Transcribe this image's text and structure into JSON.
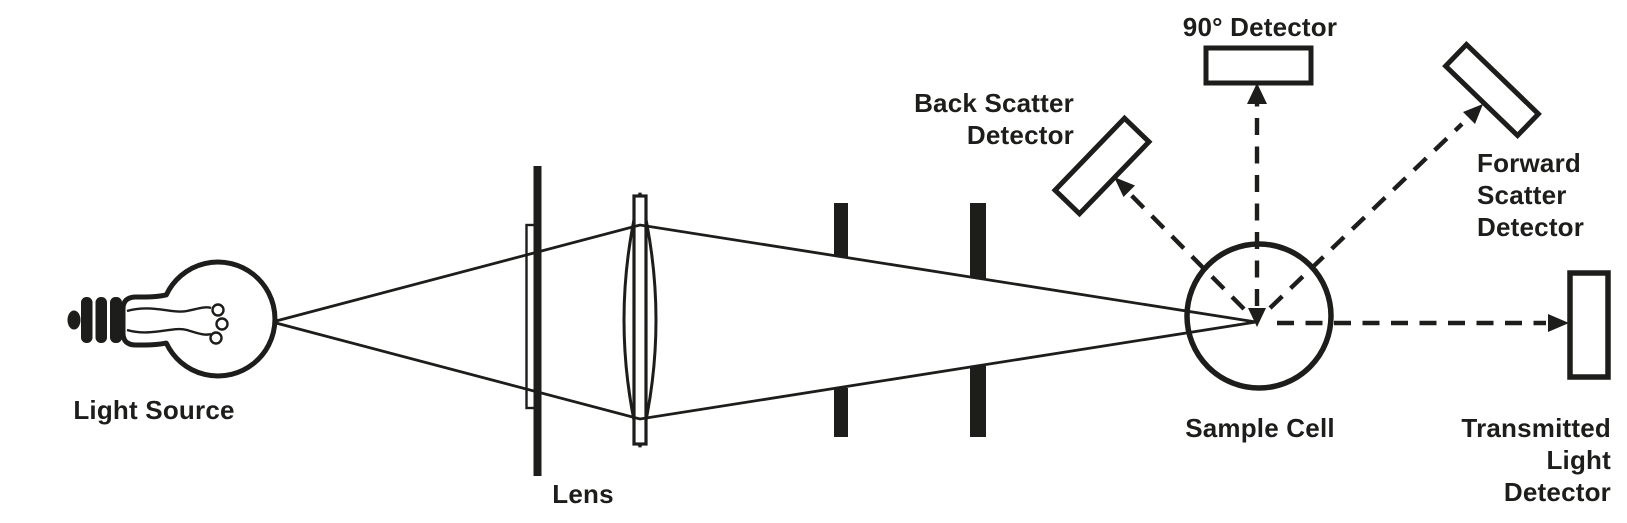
{
  "colors": {
    "ink": "#1d1d1b",
    "background": "#ffffff"
  },
  "diagram": {
    "type": "optical-bench-schematic",
    "labels": {
      "light_source": "Light Source",
      "lens": "Lens",
      "back_scatter_detector": "Back Scatter\nDetector",
      "ninety_degree_detector": "90° Detector",
      "forward_scatter_detector": "Forward\nScatter\nDetector",
      "sample_cell": "Sample Cell",
      "transmitted_light_detector": "Transmitted\nLight\nDetector"
    },
    "components": [
      "light-source-bulb",
      "filter-plate",
      "lens",
      "aperture-slits",
      "sample-cell",
      "back-scatter-detector",
      "90-degree-detector",
      "forward-scatter-detector",
      "transmitted-light-detector"
    ],
    "beams": [
      "focused-light-rays",
      "back-scatter-beam",
      "90-degree-beam",
      "forward-scatter-beam",
      "transmitted-beam"
    ]
  }
}
